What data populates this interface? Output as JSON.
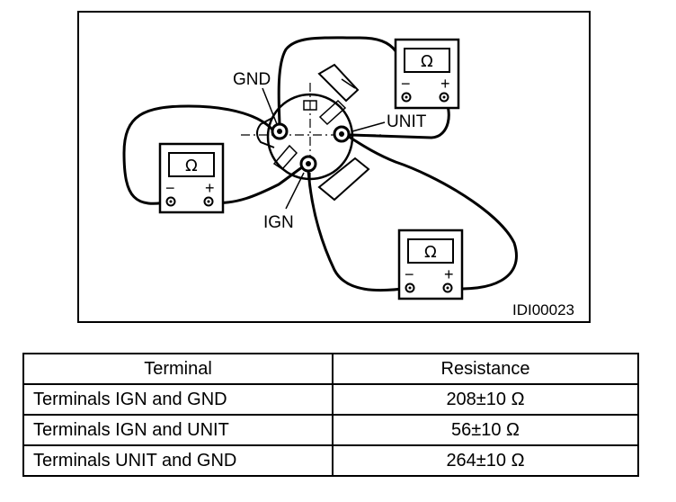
{
  "figure": {
    "code": "IDI00023",
    "labels": {
      "gnd": "GND",
      "unit": "UNIT",
      "ign": "IGN"
    },
    "meter": {
      "symbol": "Ω",
      "negative": "−",
      "positive": "+"
    }
  },
  "table": {
    "headers": [
      "Terminal",
      "Resistance"
    ],
    "rows": [
      {
        "terminal": "Terminals IGN and GND",
        "resistance": "208±10 Ω"
      },
      {
        "terminal": "Terminals IGN and UNIT",
        "resistance": "56±10 Ω"
      },
      {
        "terminal": "Terminals UNIT and GND",
        "resistance": "264±10 Ω"
      }
    ]
  }
}
